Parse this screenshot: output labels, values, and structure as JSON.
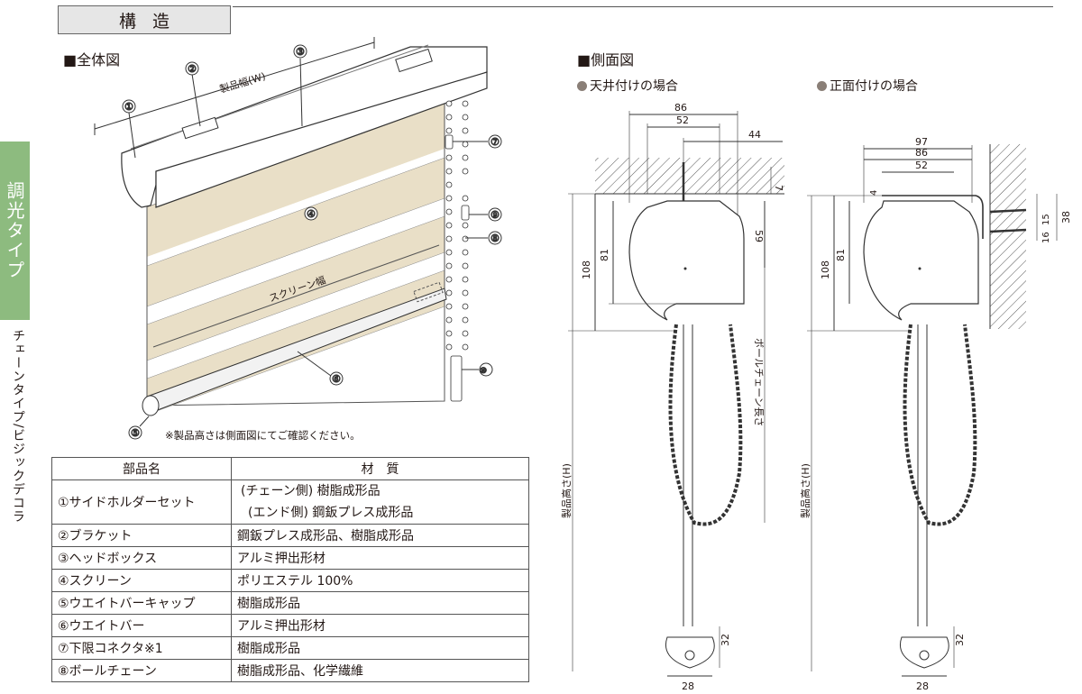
{
  "section_title": "構造",
  "side_tab": {
    "label": "調光タイプ",
    "color": "#8dbb7f"
  },
  "side_caption": "チェーンタイプ/ビジックデコラ",
  "overall": {
    "heading": "■全体図",
    "width_label": "製品幅(W)",
    "screen_width_label": "スクリーン幅",
    "callouts": [
      "①",
      "②",
      "③",
      "④",
      "⑤",
      "⑥",
      "⑦",
      "⑧",
      "⑨",
      "⑩"
    ],
    "note": "※製品高さは側面図にてご確認ください。"
  },
  "side_view": {
    "heading": "■側面図",
    "ceiling": {
      "label": "天井付けの場合",
      "dims": {
        "w86": "86",
        "w52": "52",
        "w44": "44",
        "h7": "7",
        "h59": "59",
        "h81": "81",
        "h108": "108",
        "h32": "32",
        "w28": "28"
      },
      "chain_label": "ボールチェーン長さ",
      "height_label": "製品高さ(H)"
    },
    "face": {
      "label": "正面付けの場合",
      "dims": {
        "w97": "97",
        "w86": "86",
        "w52": "52",
        "h4": "4",
        "h15": "15",
        "h16": "16",
        "h38": "38",
        "h81": "81",
        "h108": "108",
        "h32": "32",
        "w28": "28"
      },
      "height_label": "製品高さ(H)"
    }
  },
  "parts_table": {
    "headers": [
      "部品名",
      "材　質"
    ],
    "rows": [
      {
        "name": "①サイドホルダーセット",
        "material": "(チェーン側) 樹脂成形品",
        "material2": "(エンド側) 鋼鈑プレス成形品"
      },
      {
        "name": "②ブラケット",
        "material": "鋼鈑プレス成形品、樹脂成形品"
      },
      {
        "name": "③ヘッドボックス",
        "material": "アルミ押出形材"
      },
      {
        "name": "④スクリーン",
        "material": "ポリエステル 100%"
      },
      {
        "name": "⑤ウエイトバーキャップ",
        "material": "樹脂成形品"
      },
      {
        "name": "⑥ウエイトバー",
        "material": "アルミ押出形材"
      },
      {
        "name": "⑦下限コネクタ※1",
        "material": "樹脂成形品"
      },
      {
        "name": "⑧ボールチェーン",
        "material": "樹脂成形品、化学繊維"
      }
    ]
  },
  "colors": {
    "screen_band": "#e9dfc7",
    "screen_sheer": "#ffffff",
    "hatch": "#555555"
  }
}
